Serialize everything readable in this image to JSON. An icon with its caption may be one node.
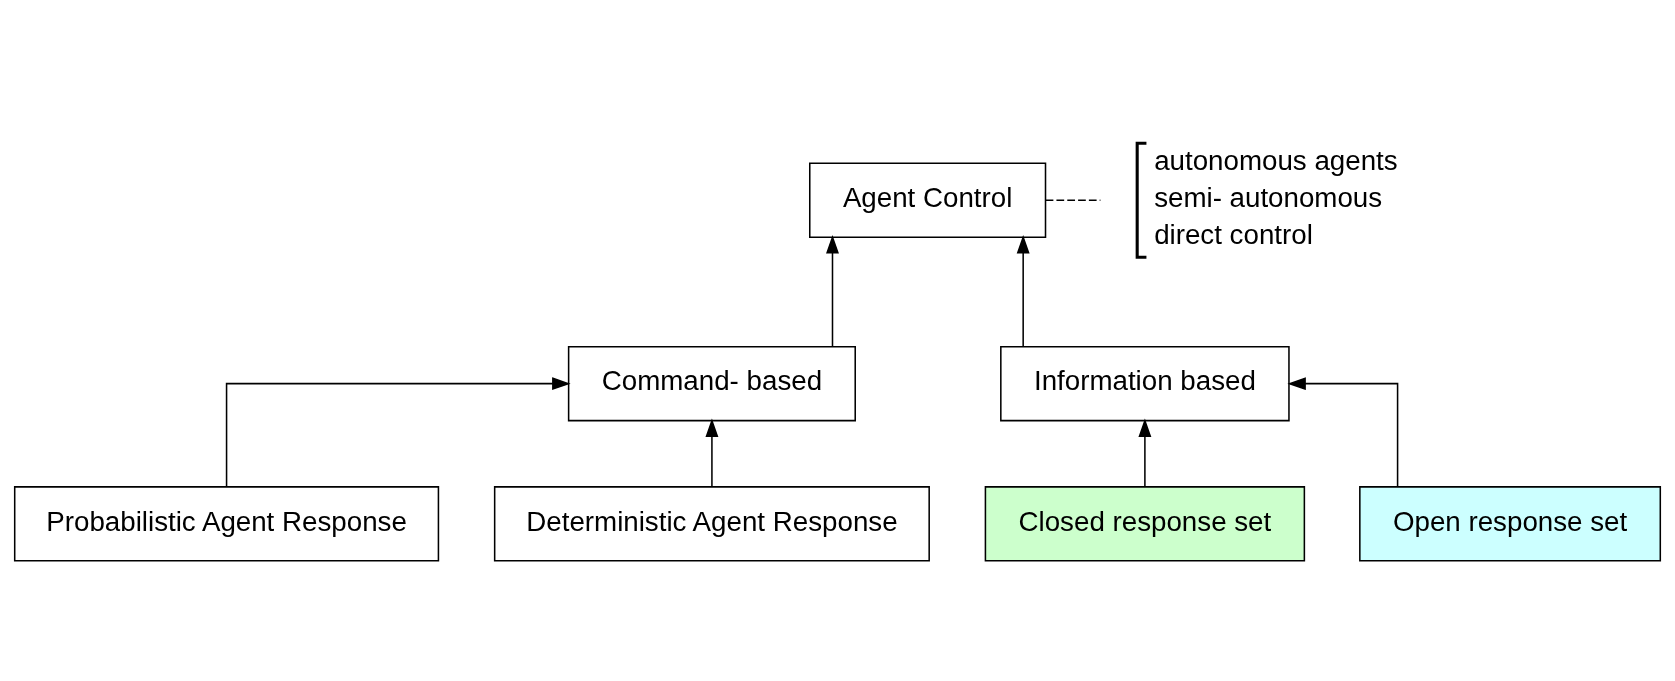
{
  "diagram": {
    "nodes": [
      {
        "text": [
          "Agent Control"
        ]
      },
      {
        "text": [
          "Command- based"
        ]
      },
      {
        "text": [
          "Information based"
        ]
      },
      {
        "text": [
          "Probabilistic Agent Response"
        ]
      },
      {
        "text": [
          "Deterministic Agent Response"
        ]
      },
      {
        "text": [
          "Closed response set"
        ]
      },
      {
        "text": [
          "Open response set"
        ]
      },
      {
        "text": [
          "autonomous agents",
          "semi- autonomous",
          "direct control"
        ]
      }
    ],
    "edges": [
      {
        "from": 0,
        "to": 7,
        "arrow": "none",
        "style": "dashed"
      },
      {
        "from": 1,
        "to": 0,
        "arrow": "to"
      },
      {
        "from": 2,
        "to": 0,
        "arrow": "to"
      },
      {
        "from": 3,
        "to": 1,
        "arrow": "to"
      },
      {
        "from": 4,
        "to": 1,
        "arrow": "to"
      },
      {
        "from": 5,
        "to": 2,
        "arrow": "to"
      },
      {
        "from": 6,
        "to": 2,
        "arrow": "to"
      }
    ]
  }
}
